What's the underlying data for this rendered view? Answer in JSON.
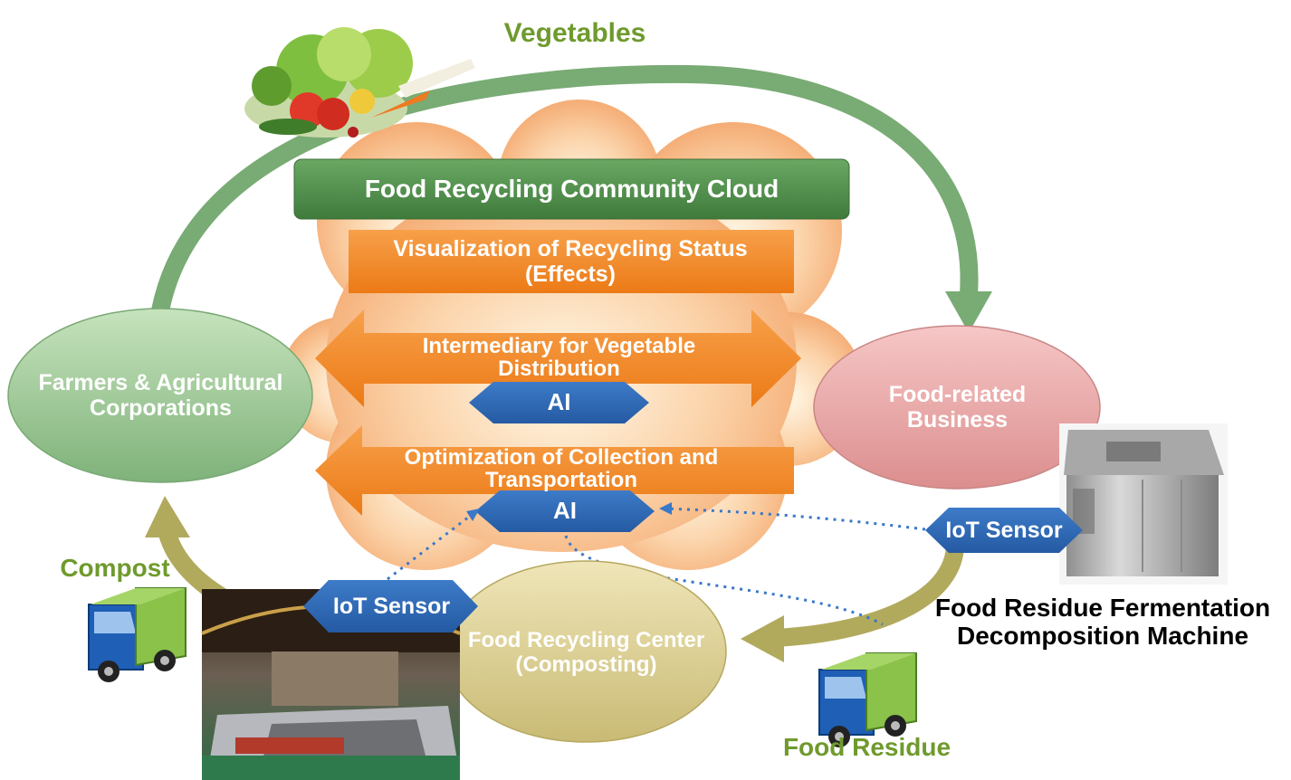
{
  "flows": {
    "vegetables": "Vegetables",
    "compost": "Compost",
    "food_residue": "Food Residue"
  },
  "cloud": {
    "title": "Food Recycling Community Cloud",
    "visualization": "Visualization of Recycling Status (Effects)",
    "intermediary": "Intermediary for Vegetable Distribution",
    "optimization": "Optimization of Collection and Transportation",
    "ai_label": "AI"
  },
  "nodes": {
    "farmers": "Farmers & Agricultural Corporations",
    "food_business": "Food-related Business",
    "recycling_center": "Food Recycling Center (Composting)"
  },
  "sensors": {
    "iot_label": "IoT Sensor"
  },
  "machine": {
    "caption": "Food Residue Fermentation Decomposition Machine"
  },
  "colors": {
    "green_arrow": "#79ab74",
    "olive_arrow": "#b1aa5d",
    "cloud_orange": "#f4a66b",
    "title_green": "#4e8c49",
    "box_orange": "#f28a25",
    "hex_blue": "#2e66b3",
    "text_green": "#6f9a2d",
    "truck_blue": "#1f5fb5",
    "truck_cargo": "#8ac24a"
  }
}
